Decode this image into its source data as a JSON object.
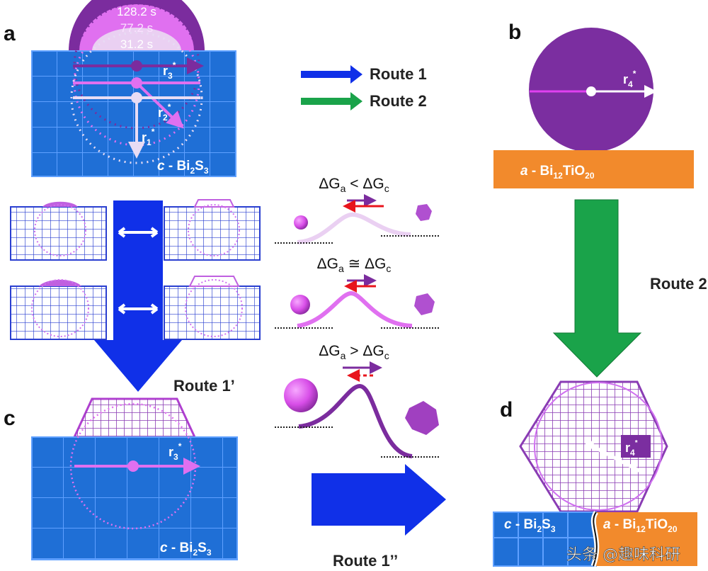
{
  "panels": {
    "a": "a",
    "b": "b",
    "c": "c",
    "d": "d"
  },
  "panel_a": {
    "times": [
      "128.2 s",
      "77.2 s",
      "31.2 s"
    ],
    "radii": [
      {
        "r": "r",
        "sub": "3",
        "star": "*"
      },
      {
        "r": "r",
        "sub": "2",
        "star": "*"
      },
      {
        "r": "r",
        "sub": "1",
        "star": "*"
      }
    ],
    "substrate": {
      "prefix": "c",
      "mid": " - Bi",
      "sub1": "2",
      "mid2": "S",
      "sub2": "3"
    }
  },
  "legend": {
    "route1": "Route 1",
    "route2": "Route 2"
  },
  "panel_b": {
    "radius": {
      "r": "r",
      "sub": "4",
      "star": "*"
    },
    "substrate": {
      "prefix": "a",
      "mid": " - Bi",
      "sub1": "12",
      "mid2": "TiO",
      "sub2": "20"
    }
  },
  "routes": {
    "route1p": "Route 1’",
    "route1pp": "Route 1’’",
    "route2": "Route 2"
  },
  "energy": [
    {
      "lhs": "ΔG",
      "lsub": "a",
      "op": " < ",
      "rhs": "ΔG",
      "rsub": "c"
    },
    {
      "lhs": "ΔG",
      "lsub": "a",
      "op": " ≅ ",
      "rhs": "ΔG",
      "rsub": "c"
    },
    {
      "lhs": "ΔG",
      "lsub": "a",
      "op": " > ",
      "rhs": "ΔG",
      "rsub": "c"
    }
  ],
  "panel_c": {
    "radius": {
      "r": "r",
      "sub": "3",
      "star": "*"
    },
    "substrate": {
      "prefix": "c",
      "mid": " - Bi",
      "sub1": "2",
      "mid2": "S",
      "sub2": "3"
    }
  },
  "panel_d": {
    "radius": {
      "r": "r",
      "sub": "4",
      "star": "*"
    },
    "left_substrate": {
      "prefix": "c",
      "mid": " - Bi",
      "sub1": "2",
      "mid2": "S",
      "sub2": "3"
    },
    "right_substrate": {
      "prefix": "a",
      "mid": " - Bi",
      "sub1": "12",
      "mid2": "TiO",
      "sub2": "20"
    }
  },
  "watermark": "头条 @趣味科研",
  "colors": {
    "blue": "#1f6fd6",
    "dark_purple": "#7b2c9e",
    "pink": "#e070f0",
    "light": "#ead0f2",
    "orange": "#f28a2c",
    "green": "#1aa34a",
    "arrow_blue": "#1030e8",
    "red": "#e8141c"
  }
}
